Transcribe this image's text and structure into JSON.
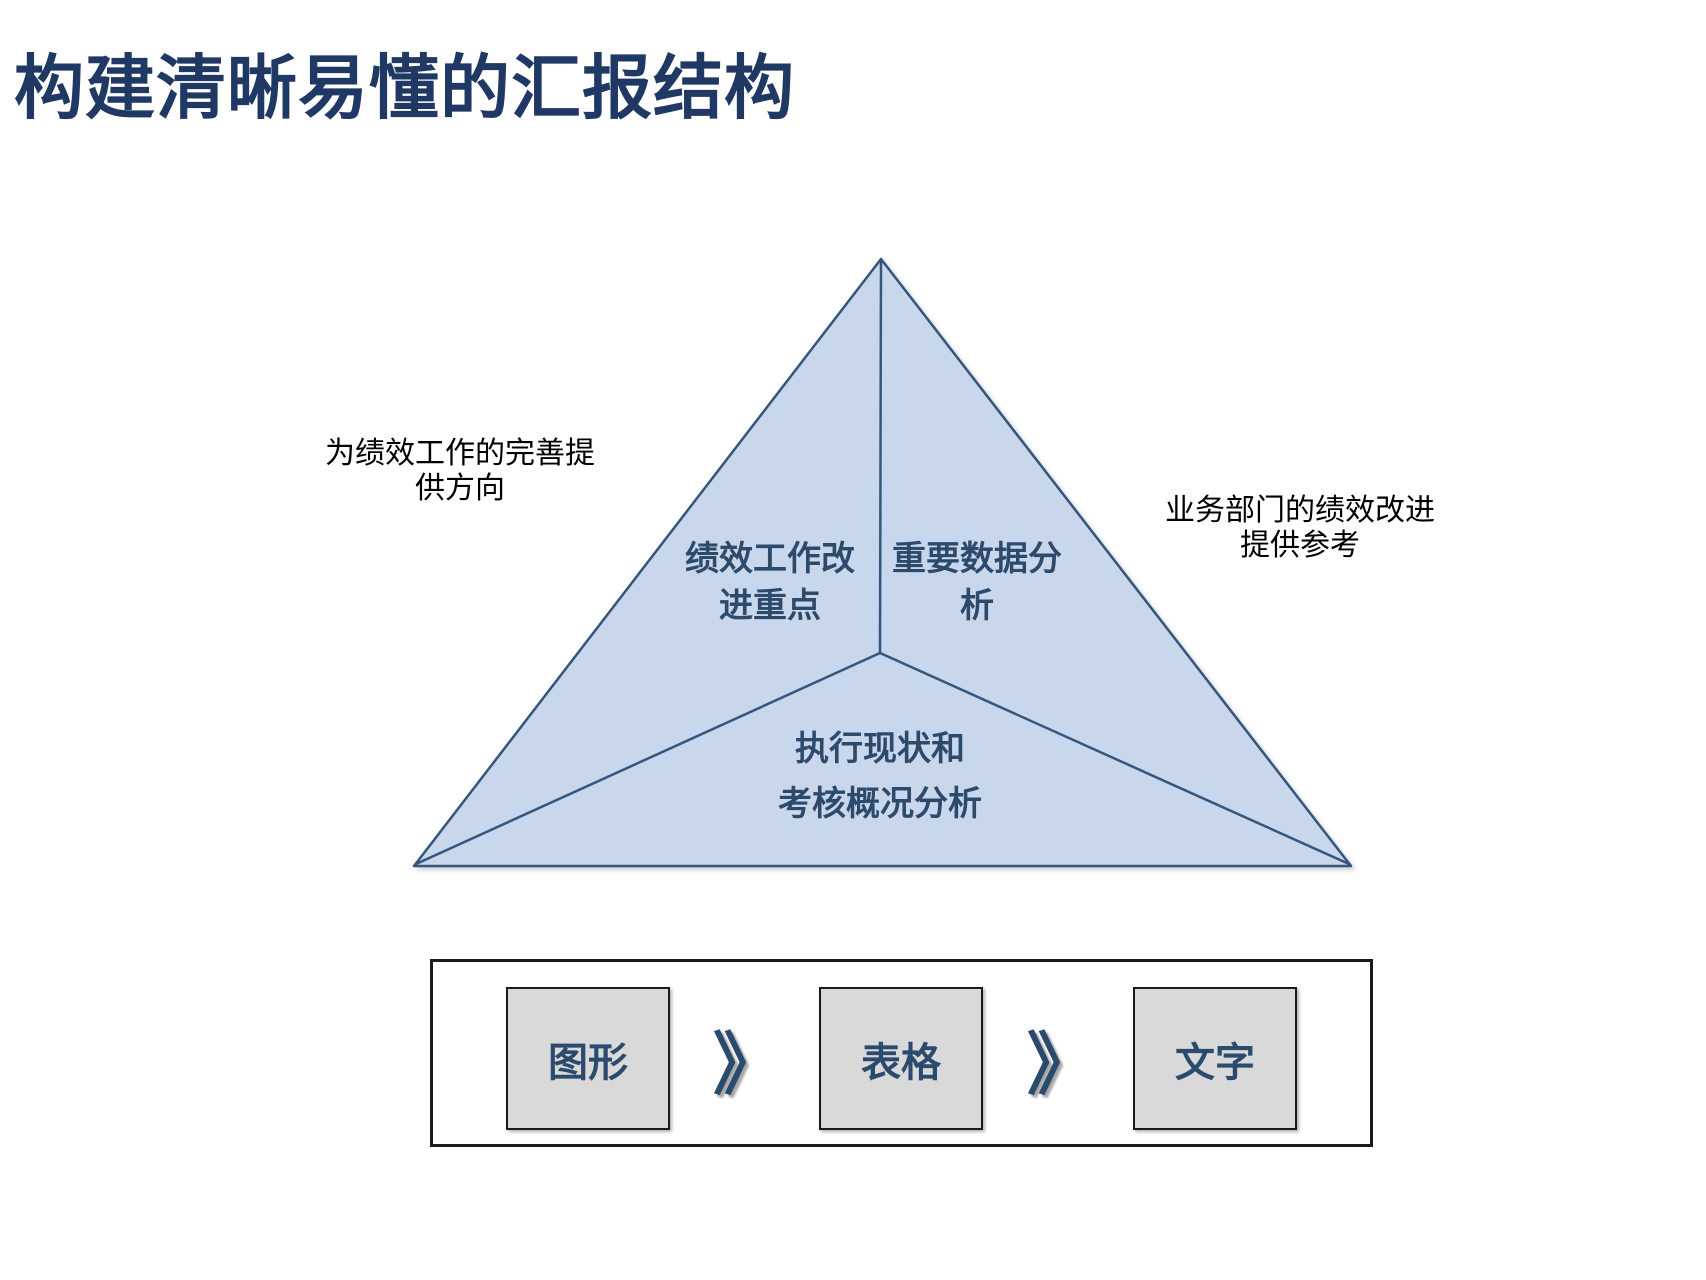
{
  "page": {
    "title": "构建清晰易懂的汇报结构"
  },
  "colors": {
    "title_text": "#1F3864",
    "triangle_fill": "#C9D7ED",
    "triangle_stroke": "#34557C",
    "region_label_text": "#2E4A6B",
    "annotation_text": "#000000",
    "panel_border": "#1A1A1A",
    "step_box_fill": "#D9D9D9",
    "step_box_border": "#1A1A1A",
    "step_label_text": "#2A4A6E",
    "chevron": "#2A4A6E"
  },
  "pyramid": {
    "regions": [
      {
        "position": "left",
        "label": "绩效工作改\n进重点"
      },
      {
        "position": "right",
        "label": "重要数据分\n析"
      },
      {
        "position": "bottom",
        "label": "执行现状和\n考核概况分析"
      }
    ],
    "annotations": [
      {
        "side": "left",
        "text": "为绩效工作的完善提\n供方向"
      },
      {
        "side": "right",
        "text": "业务部门的绩效改进\n提供参考"
      }
    ]
  },
  "flow": {
    "steps": [
      {
        "label": "图形"
      },
      {
        "label": "表格"
      },
      {
        "label": "文字"
      }
    ],
    "separator": "》"
  }
}
